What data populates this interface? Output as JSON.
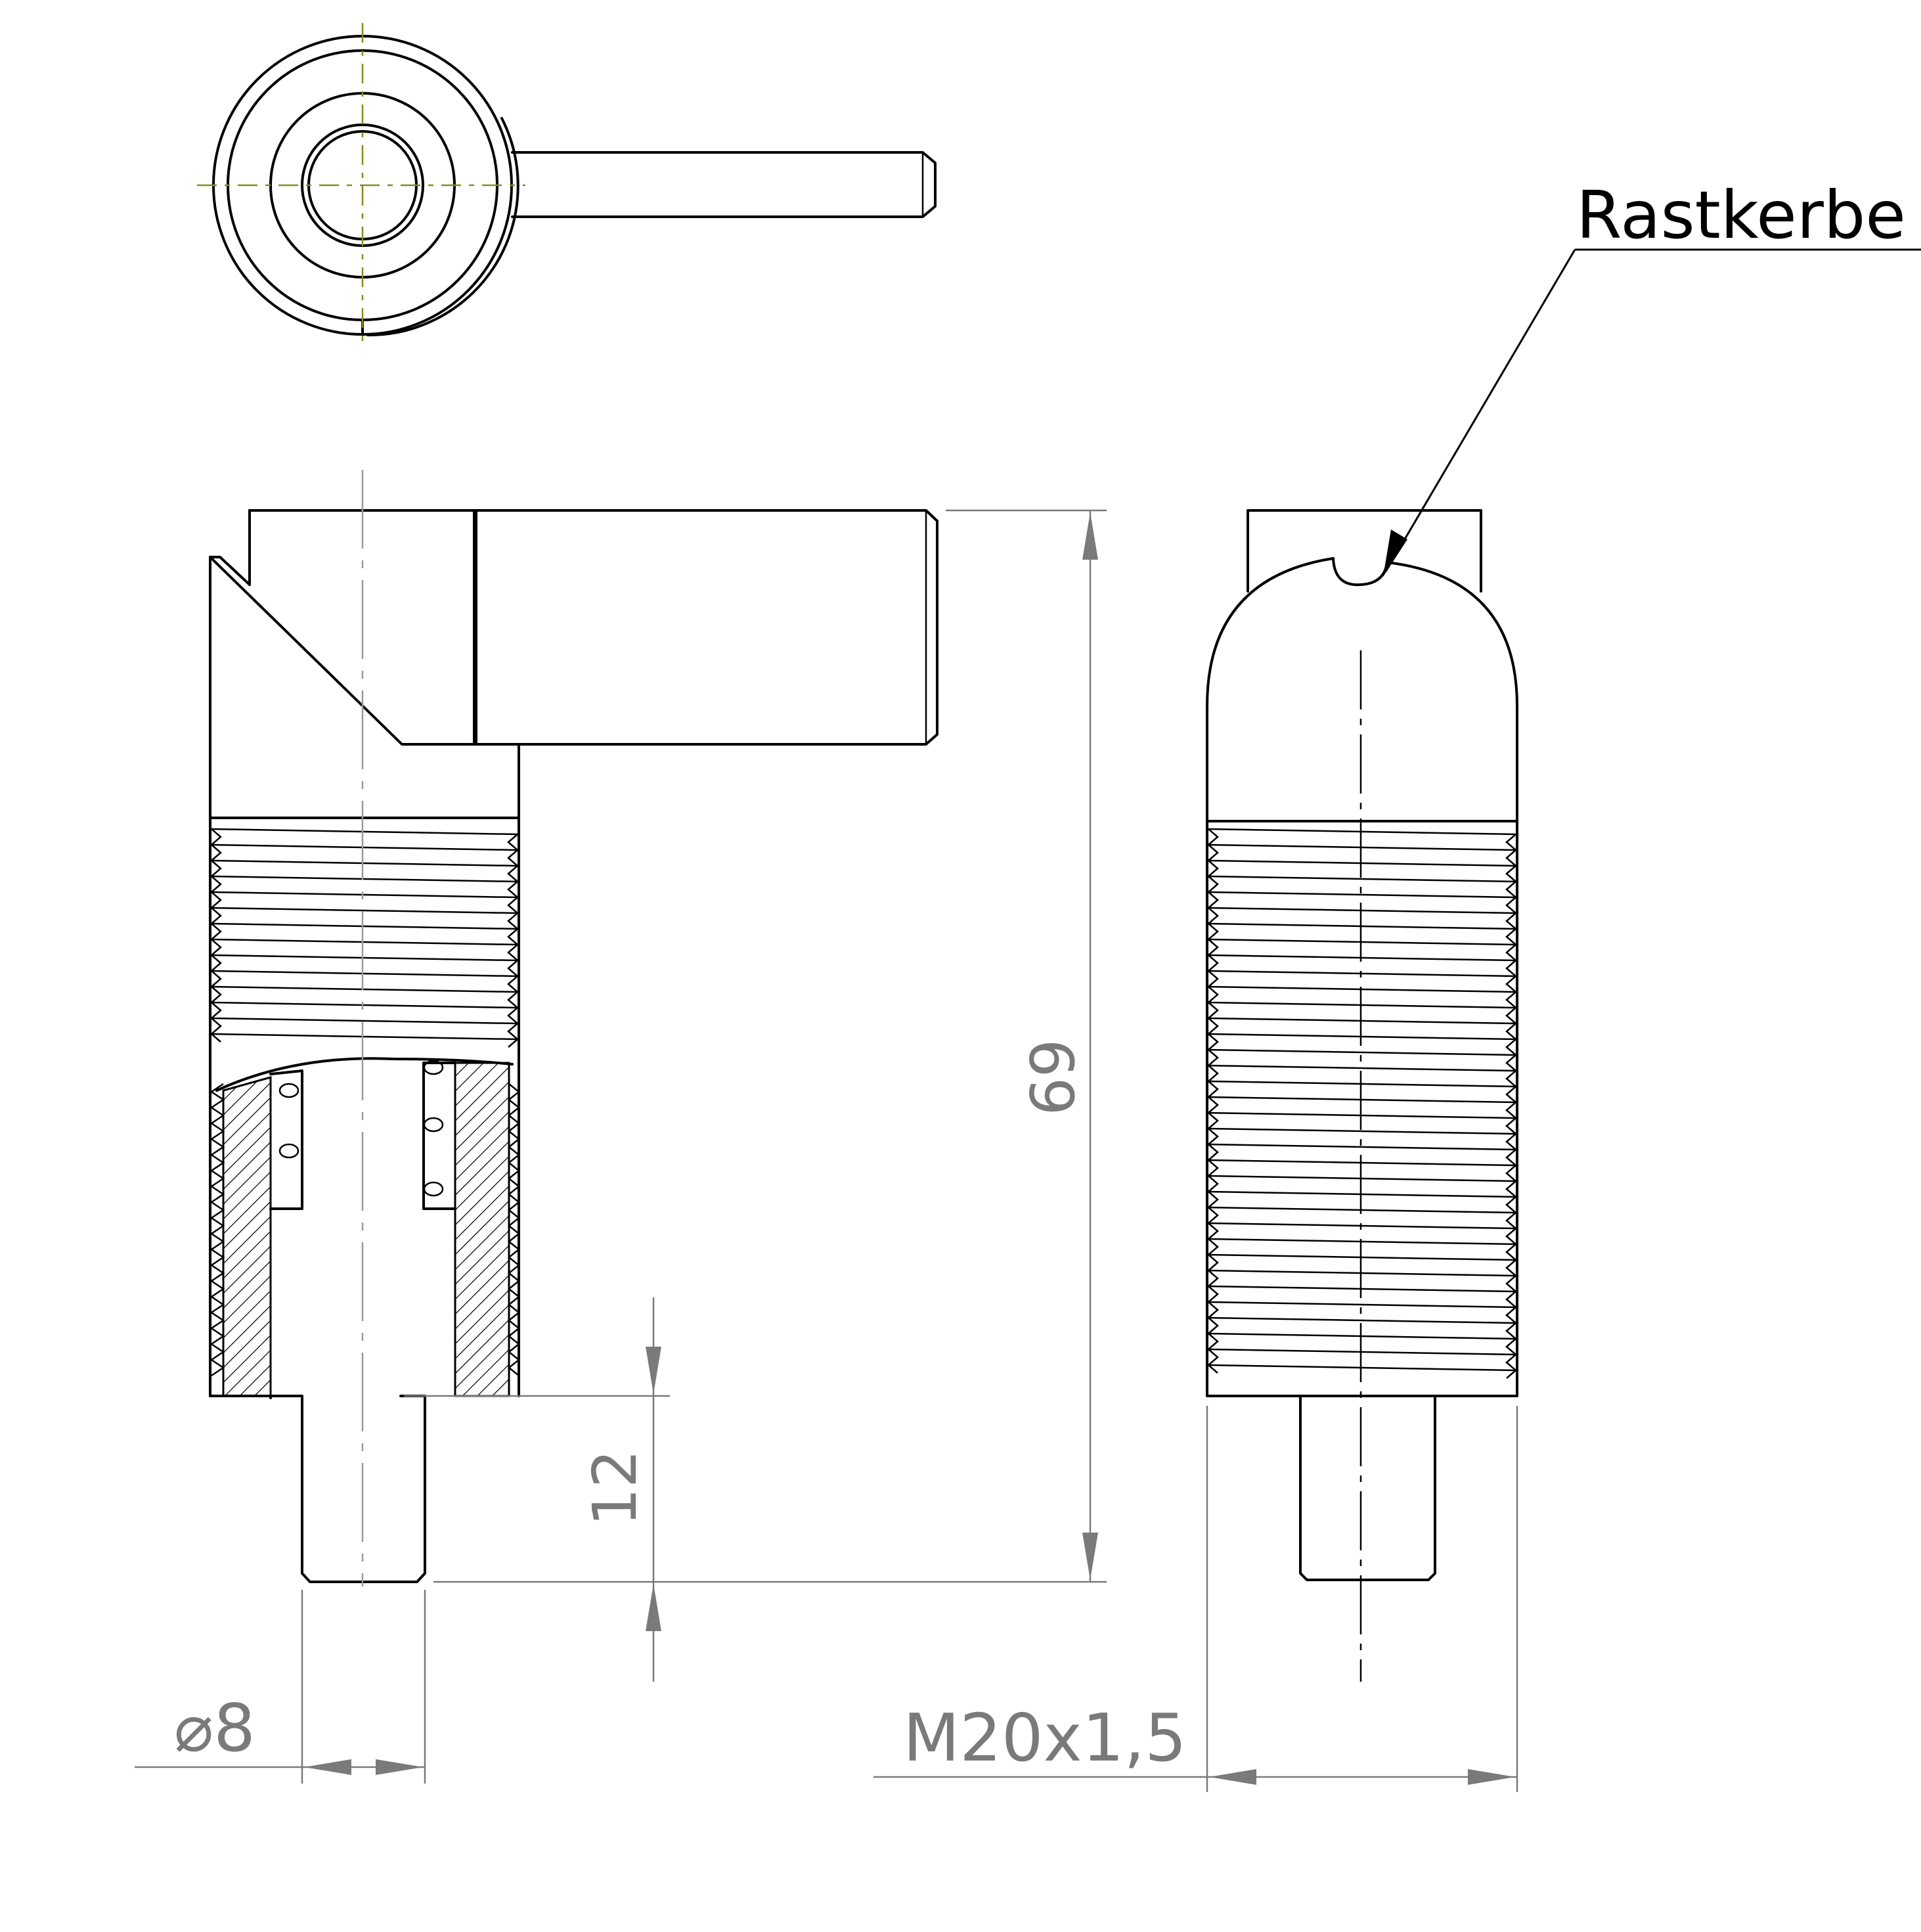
{
  "annotation": {
    "label": "Rastkerbe"
  },
  "dimensions": {
    "overall_length": "69",
    "pin_length": "12",
    "pin_diameter": "⌀8",
    "thread": "M20x1,5"
  },
  "colors": {
    "outline": "#000000",
    "dimension": "#7a7a7a",
    "centerline_top": "#8a8a20"
  }
}
